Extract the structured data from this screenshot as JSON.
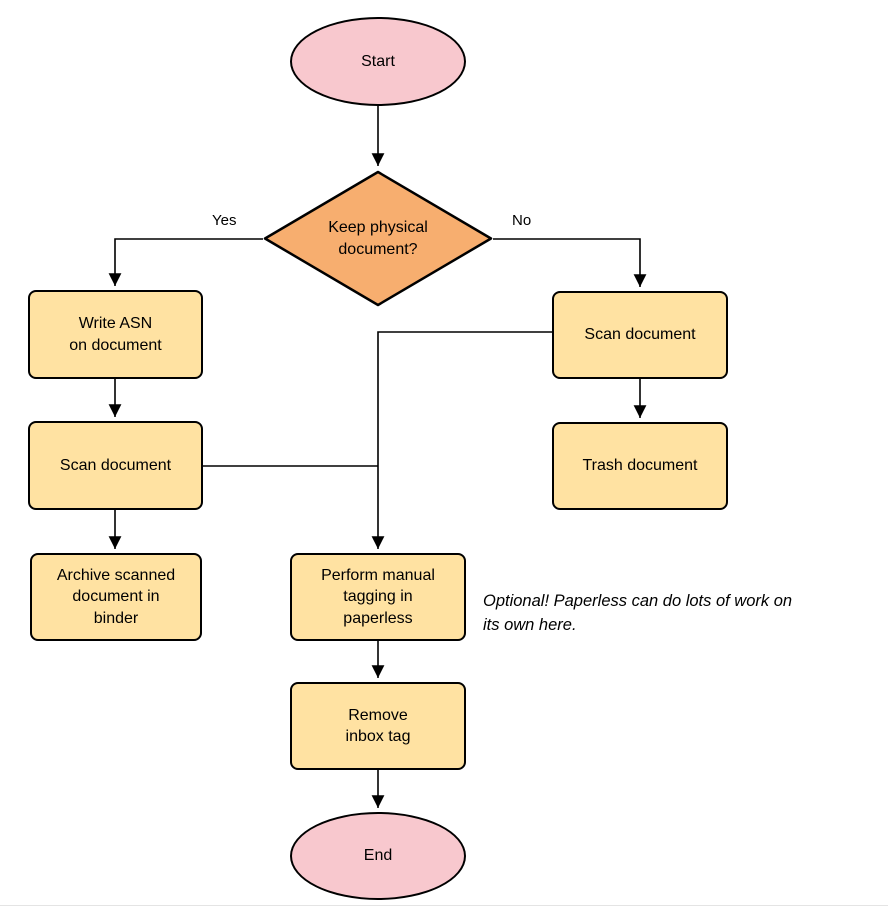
{
  "nodes": {
    "start": "Start",
    "decision": "Keep physical\ndocument?",
    "write_asn": "Write ASN\non document",
    "scan_left": "Scan document",
    "archive": "Archive scanned\ndocument in\nbinder",
    "scan_right": "Scan document",
    "trash": "Trash document",
    "tagging": "Perform manual\ntagging in\npaperless",
    "remove_inbox": "Remove\ninbox tag",
    "end": "End"
  },
  "edge_labels": {
    "yes": "Yes",
    "no": "No"
  },
  "annotation": "Optional! Paperless can do lots of work on\nits own here.",
  "colors": {
    "terminal_fill": "#F8C8CE",
    "decision_fill": "#F7AE6F",
    "process_fill": "#FFE2A2",
    "stroke": "#000000",
    "background": "#FFFFFF"
  }
}
